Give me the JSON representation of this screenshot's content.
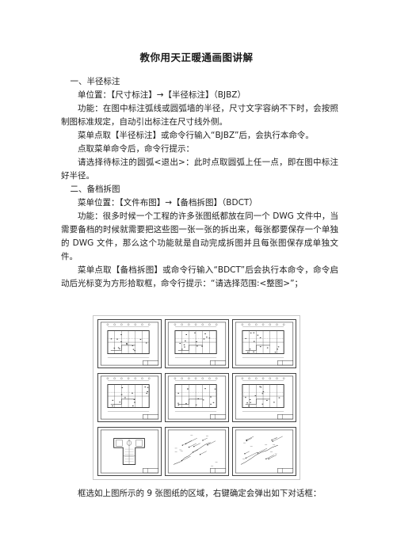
{
  "document": {
    "title": "教你用天正暖通画图讲解",
    "paragraphs": [
      {
        "heading": true,
        "text": "一、半径标注"
      },
      {
        "heading": false,
        "text": "单位置：【尺寸标注】→【半径标注】（BJBZ）"
      },
      {
        "heading": false,
        "text": "功能：在图中标注弧线或圆弧墙的半径，尺寸文字容纳不下时，会按照制图标准规定，自动引出标注在尺寸线外侧。"
      },
      {
        "heading": false,
        "text": "菜单点取【半径标注】或命令行输入“BJBZ”后，会执行本命令。"
      },
      {
        "heading": false,
        "text": "点取菜单命令后，命令行提示："
      },
      {
        "heading": false,
        "text": "请选择待标注的圆弧<退出>：此时点取圆弧上任一点，即在图中标注好半径。"
      },
      {
        "heading": true,
        "text": "二、备档拆图"
      },
      {
        "heading": false,
        "text": "菜单位置：【文件布图】→【备档拆图】（BDCT）"
      },
      {
        "heading": false,
        "text": "功能：很多时候一个工程的许多张图纸都放在同一个 DWG 文件中，当需要备档的时候就需要把这些图一张一张的拆出来，每张都要保存一个单独的 DWG 文件，那么这个功能就是自动完成拆图并且每张图保存成单独文件。"
      },
      {
        "heading": false,
        "text": "菜单点取【备档拆图】或命令行输入“BDCT”后会执行本命令，命令启动后光标变为方形拾取框，命令行提示：“请选择范围:<整图>”；"
      }
    ],
    "figure": {
      "sheets": [
        {
          "kind": "plan"
        },
        {
          "kind": "plan"
        },
        {
          "kind": "plan"
        },
        {
          "kind": "plan"
        },
        {
          "kind": "plan"
        },
        {
          "kind": "plan"
        },
        {
          "kind": "section"
        },
        {
          "kind": "system"
        },
        {
          "kind": "system"
        }
      ]
    },
    "caption": "框选如上图所示的 9 张图纸的区域，右键确定会弹出如下对话框："
  }
}
